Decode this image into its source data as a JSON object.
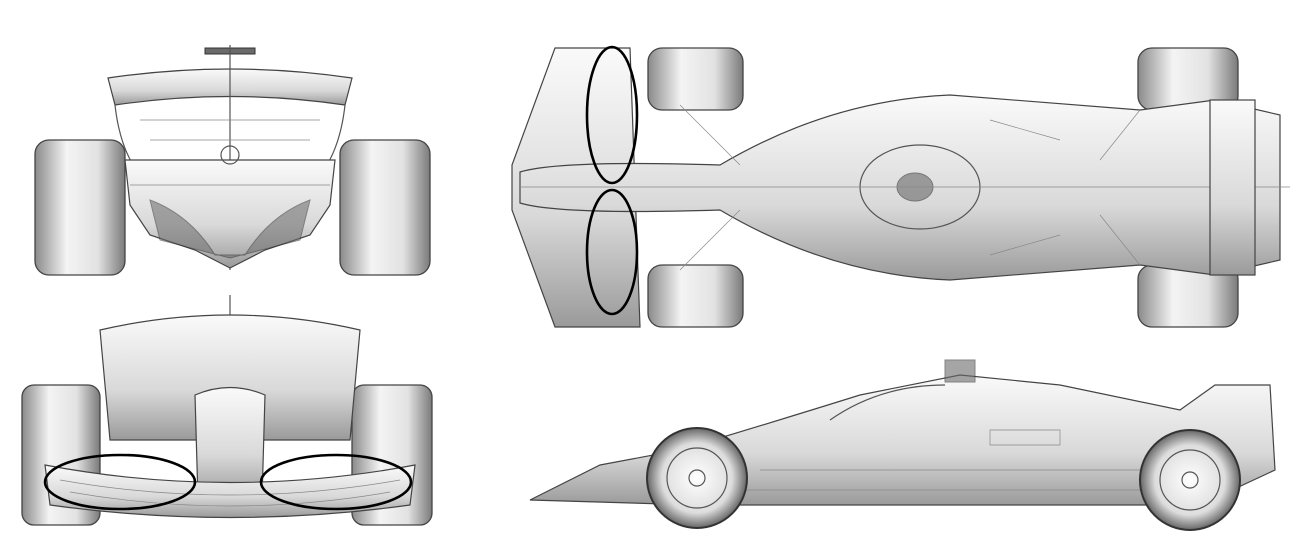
{
  "figure": {
    "views": [
      {
        "id": "rear-view"
      },
      {
        "id": "front-view"
      },
      {
        "id": "top-view"
      },
      {
        "id": "side-view"
      }
    ],
    "highlight_color": "#000000",
    "line_color": "#555555",
    "background": "#ffffff"
  }
}
